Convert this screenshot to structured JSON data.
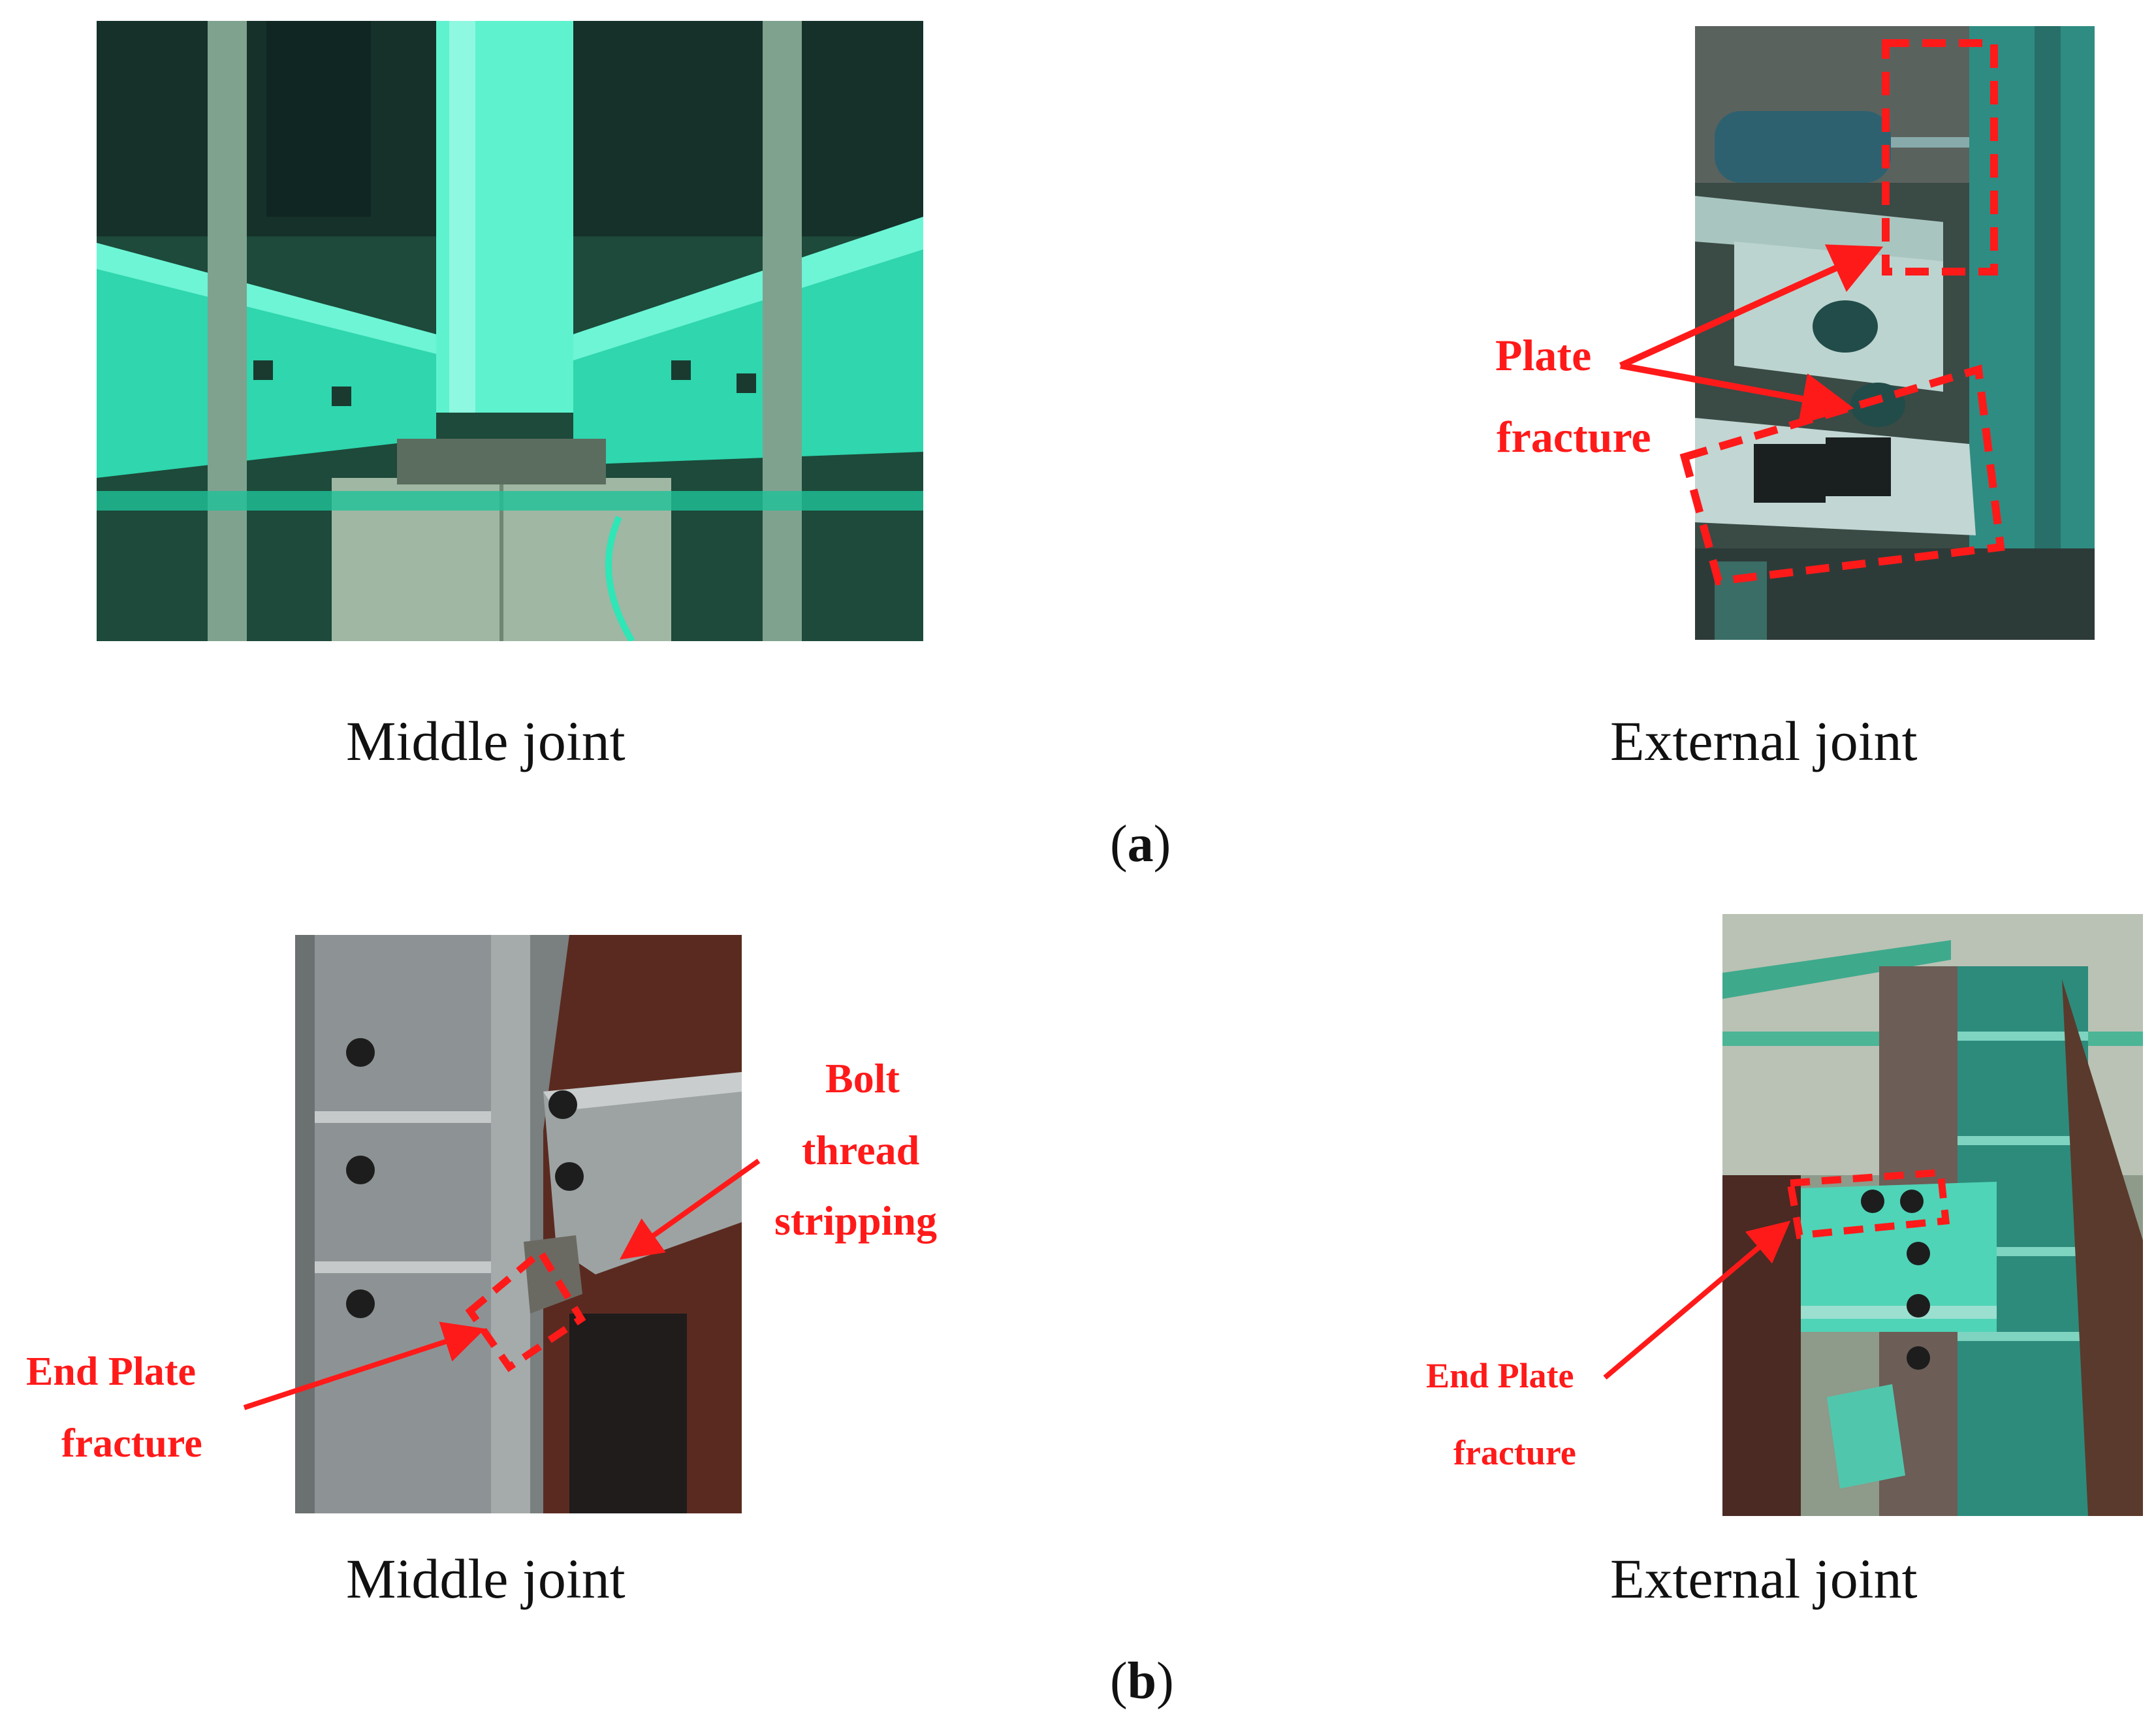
{
  "colors": {
    "annotation_red": "#ff1a1a",
    "teal_light": "#3ee8c0",
    "steel_gray": "#8a8f8f",
    "rust_brown": "#5a2a20"
  },
  "panel_a": {
    "label_open": "(",
    "label_letter": "a",
    "label_close": ")",
    "left_caption": "Middle joint",
    "right_caption": "External joint",
    "right_annotation_line1": "Plate",
    "right_annotation_line2": "fracture"
  },
  "panel_b": {
    "label_open": "(",
    "label_letter": "b",
    "label_close": ")",
    "left_caption": "Middle joint",
    "right_caption": "External joint",
    "left_anno_bolt_line1": "Bolt",
    "left_anno_bolt_line2": "thread",
    "left_anno_bolt_line3": "stripping",
    "left_anno_end_line1": "End Plate",
    "left_anno_end_line2": "fracture",
    "right_anno_end_line1": "End Plate",
    "right_anno_end_line2": "fracture"
  }
}
